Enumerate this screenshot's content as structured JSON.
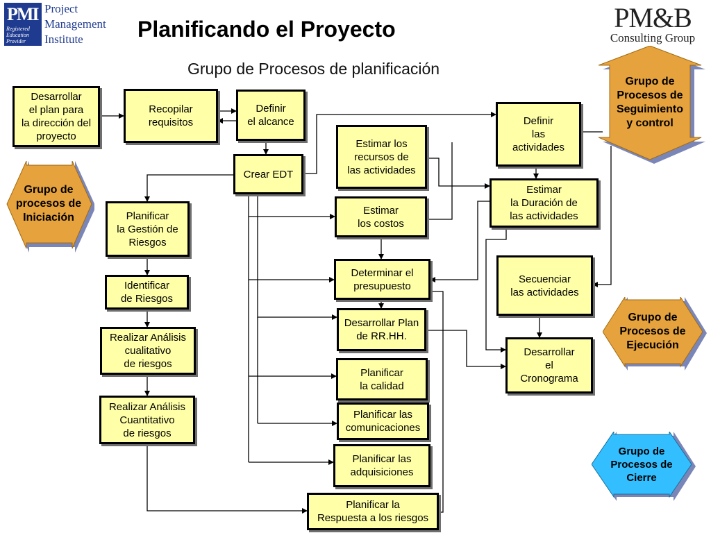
{
  "title": "Planificando el Proyecto",
  "subtitle": "Grupo de Procesos de planificación",
  "logos": {
    "pmi": {
      "emblem": "PMI",
      "emblem_caption": [
        "Registered",
        "Education",
        "Provider"
      ],
      "lines": [
        "Project",
        "Management",
        "Institute"
      ]
    },
    "pmb": {
      "name": "PM&B",
      "caption": "Consulting Group"
    }
  },
  "process_groups": {
    "iniciacion": "Grupo de\nprocesos de\nIniciación",
    "seguimiento": "Grupo de\nProcesos de\nSeguimiento\ny control",
    "ejecucion": "Grupo de\nProcesos de\nEjecución",
    "cierre": "Grupo de\nProcesos de\nCierre"
  },
  "group_colors": {
    "orange": "#e6a23c",
    "orange_shadow": "#7b86b8",
    "blue": "#33bfff",
    "box_fill": "#ffffa8"
  },
  "boxes": {
    "desarrollar_plan": "Desarrollar\nel plan para\nla dirección del\nproyecto",
    "recopilar": "Recopilar\nrequisitos",
    "definir_alcance": "Definir\nel alcance",
    "crear_edt": "Crear EDT",
    "estimar_recursos": "Estimar los\nrecursos de\nlas actividades",
    "definir_actividades": "Definir\nlas\nactividades",
    "estimar_duracion": "Estimar\nla Duración de\nlas actividades",
    "planificar_riesgos": "Planificar\nla Gestión de\nRiesgos",
    "estimar_costos": "Estimar\nlos costos",
    "determinar_presupuesto": "Determinar el\npresupuesto",
    "secuenciar": "Secuenciar\nlas actividades",
    "identificar_riesgos": "Identificar\nde Riesgos",
    "desarrollar_rrhh": "Desarrollar Plan\nde RR.HH.",
    "desarrollar_cronograma": "Desarrollar\nel\nCronograma",
    "analisis_cualitativo": "Realizar Análisis\ncualitativo\nde riesgos",
    "planificar_calidad": "Planificar\nla calidad",
    "analisis_cuantitativo": "Realizar Análisis\nCuantitativo\nde riesgos",
    "planificar_comunicaciones": "Planificar las\ncomunicaciones",
    "planificar_adquisiciones": "Planificar las\nadquisiciones",
    "planificar_respuesta": "Planificar la\nRespuesta a los riesgos"
  }
}
